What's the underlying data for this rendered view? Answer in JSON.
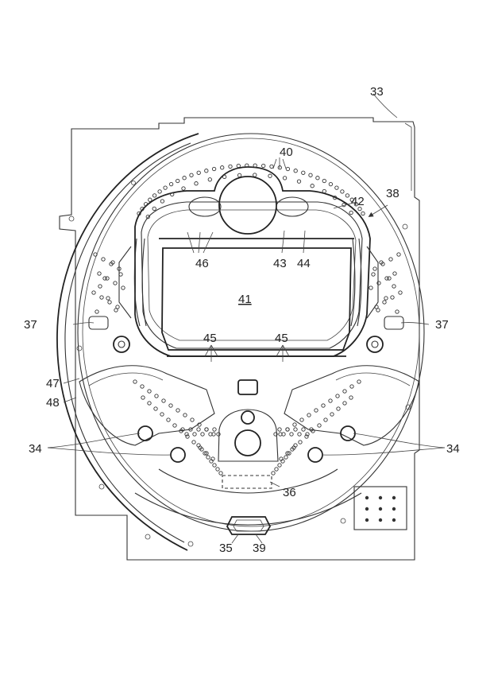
{
  "drawing": {
    "labels": {
      "l33": "33",
      "l40": "40",
      "l42": "42",
      "l38": "38",
      "l46": "46",
      "l43": "43",
      "l44": "44",
      "l41": "41",
      "l37a": "37",
      "l37b": "37",
      "l45a": "45",
      "l45b": "45",
      "l47": "47",
      "l48": "48",
      "l34a": "34",
      "l34b": "34",
      "l36": "36",
      "l35": "35",
      "l39": "39"
    }
  }
}
